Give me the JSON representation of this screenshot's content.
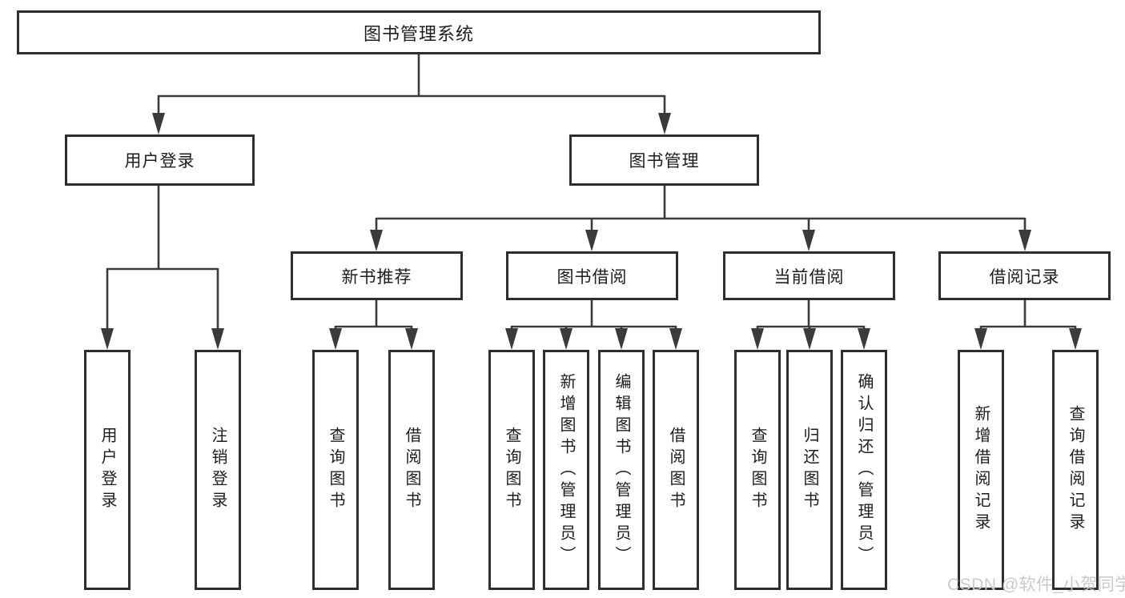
{
  "tree": {
    "label": "图书管理系统",
    "children": [
      {
        "label": "用户登录",
        "children": [
          {
            "label": "用户登录"
          },
          {
            "label": "注销登录"
          }
        ]
      },
      {
        "label": "图书管理",
        "children": [
          {
            "label": "新书推荐",
            "children": [
              {
                "label": "查询图书"
              },
              {
                "label": "借阅图书"
              }
            ]
          },
          {
            "label": "图书借阅",
            "children": [
              {
                "label": "查询图书"
              },
              {
                "label": "新增图书（管理员）"
              },
              {
                "label": "编辑图书（管理员）"
              },
              {
                "label": "借阅图书"
              }
            ]
          },
          {
            "label": "当前借阅",
            "children": [
              {
                "label": "查询图书"
              },
              {
                "label": "归还图书"
              },
              {
                "label": "确认归还（管理员）"
              }
            ]
          },
          {
            "label": "借阅记录",
            "children": [
              {
                "label": "新增借阅记录"
              },
              {
                "label": "查询借阅记录"
              }
            ]
          }
        ]
      }
    ]
  },
  "watermark": {
    "text": "CSDN @软件_小贺同学"
  },
  "colors": {
    "line": "#3b3b3b",
    "border": "#2e2e2e",
    "text": "#1d1d1d",
    "watermark": "#c8c8c8",
    "background": "#ffffff"
  }
}
